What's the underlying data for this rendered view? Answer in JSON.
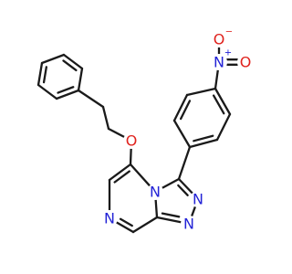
{
  "molecule": {
    "colors": {
      "bond": "#1a1a1a",
      "nitrogen": "#2323d6",
      "oxygen": "#e0221d",
      "carbon": "#1a1a1a"
    },
    "atom_labels": {
      "nitro_n": "N",
      "nitro_n_charge": "+",
      "nitro_o_top": "O",
      "nitro_o_top_charge": "−",
      "nitro_o_right": "O",
      "ether_o": "O",
      "triazole_n_bridge": "N",
      "triazole_n_2": "N",
      "triazole_n_1": "N",
      "pyrazine_n": "N"
    }
  }
}
